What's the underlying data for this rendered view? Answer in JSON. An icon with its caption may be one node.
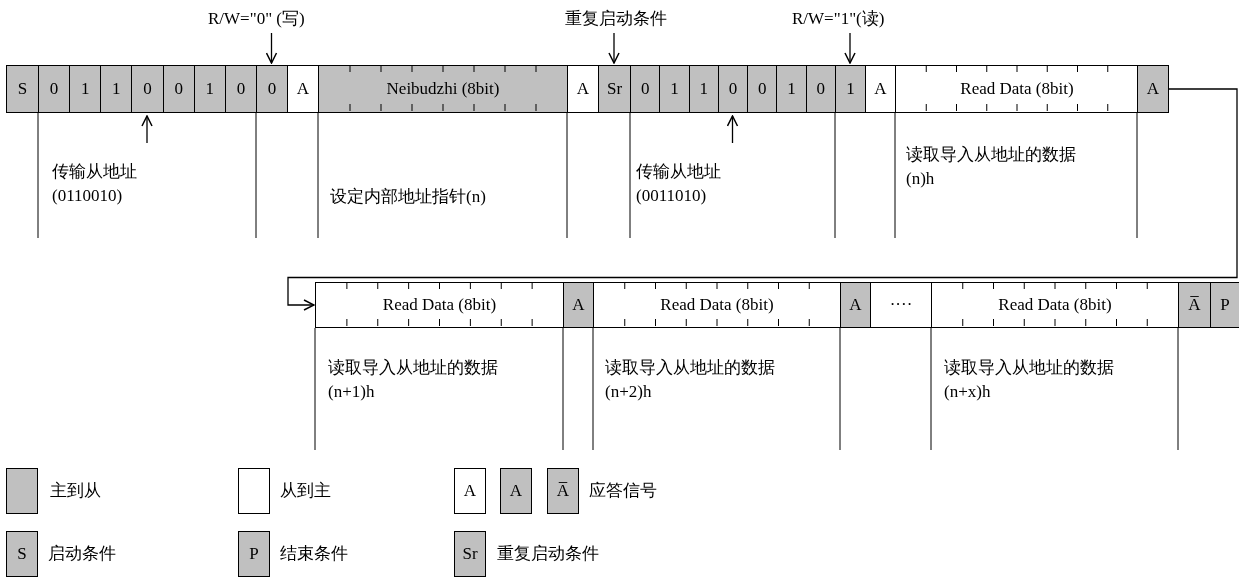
{
  "diagram": {
    "nodes": [
      {
        "text": [
          "R/W=\"0\" (写)"
        ]
      },
      {
        "text": [
          "重复启动条件"
        ]
      },
      {
        "text": [
          "R/W=\"1\"(读)"
        ]
      },
      {
        "text": [
          "S"
        ]
      },
      {
        "text": [
          "0"
        ]
      },
      {
        "text": [
          "1"
        ]
      },
      {
        "text": [
          "1"
        ]
      },
      {
        "text": [
          "0"
        ]
      },
      {
        "text": [
          "0"
        ]
      },
      {
        "text": [
          "1"
        ]
      },
      {
        "text": [
          "0"
        ]
      },
      {
        "text": [
          "0"
        ]
      },
      {
        "text": [
          "A"
        ]
      },
      {
        "text": [
          "Neibudzhi (8bit)"
        ]
      },
      {
        "text": [
          "A"
        ]
      },
      {
        "text": [
          "Sr"
        ]
      },
      {
        "text": [
          "0"
        ]
      },
      {
        "text": [
          "1"
        ]
      },
      {
        "text": [
          "1"
        ]
      },
      {
        "text": [
          "0"
        ]
      },
      {
        "text": [
          "0"
        ]
      },
      {
        "text": [
          "1"
        ]
      },
      {
        "text": [
          "0"
        ]
      },
      {
        "text": [
          "1"
        ]
      },
      {
        "text": [
          "A"
        ]
      },
      {
        "text": [
          "Read Data (8bit)"
        ]
      },
      {
        "text": [
          "A"
        ]
      },
      {
        "text": [
          "Read Data (8bit)"
        ]
      },
      {
        "text": [
          "A"
        ]
      },
      {
        "text": [
          "Read Data (8bit)"
        ]
      },
      {
        "text": [
          "A"
        ]
      },
      {
        "text": [
          "····"
        ]
      },
      {
        "text": [
          "Read Data (8bit)"
        ]
      },
      {
        "text": [
          "A̅"
        ]
      },
      {
        "text": [
          "P"
        ]
      }
    ],
    "edges": [
      {
        "from": 0,
        "to": 11,
        "arrow": "to"
      },
      {
        "from": 1,
        "to": 15,
        "arrow": "to"
      },
      {
        "from": 2,
        "to": 23,
        "arrow": "to"
      },
      {
        "from": null,
        "to": 7,
        "arrow": "to"
      },
      {
        "from": null,
        "to": 19,
        "arrow": "to"
      },
      {
        "from": 26,
        "to": 27,
        "arrow": "to"
      }
    ],
    "labels": [
      "传输从地址 (0110010)",
      "设定内部地址指针(n)",
      "传输从地址 (0011010)",
      "读取导入从地址的数据 (n)h",
      "读取导入从地址的数据 (n+1)h",
      "读取导入从地址的数据 (n+2)h",
      "读取导入从地址的数据 (n+x)h",
      "A",
      "A",
      "A̅",
      "S",
      "P",
      "Sr"
    ],
    "legend": [
      {
        "text": "主到从",
        "color": "#c0c0c0"
      },
      {
        "text": "从到主",
        "color": "#ffffff"
      },
      {
        "text": "应答信号"
      },
      {
        "text": "启动条件"
      },
      {
        "text": "结束条件"
      },
      {
        "text": "重复启动条件"
      }
    ]
  }
}
